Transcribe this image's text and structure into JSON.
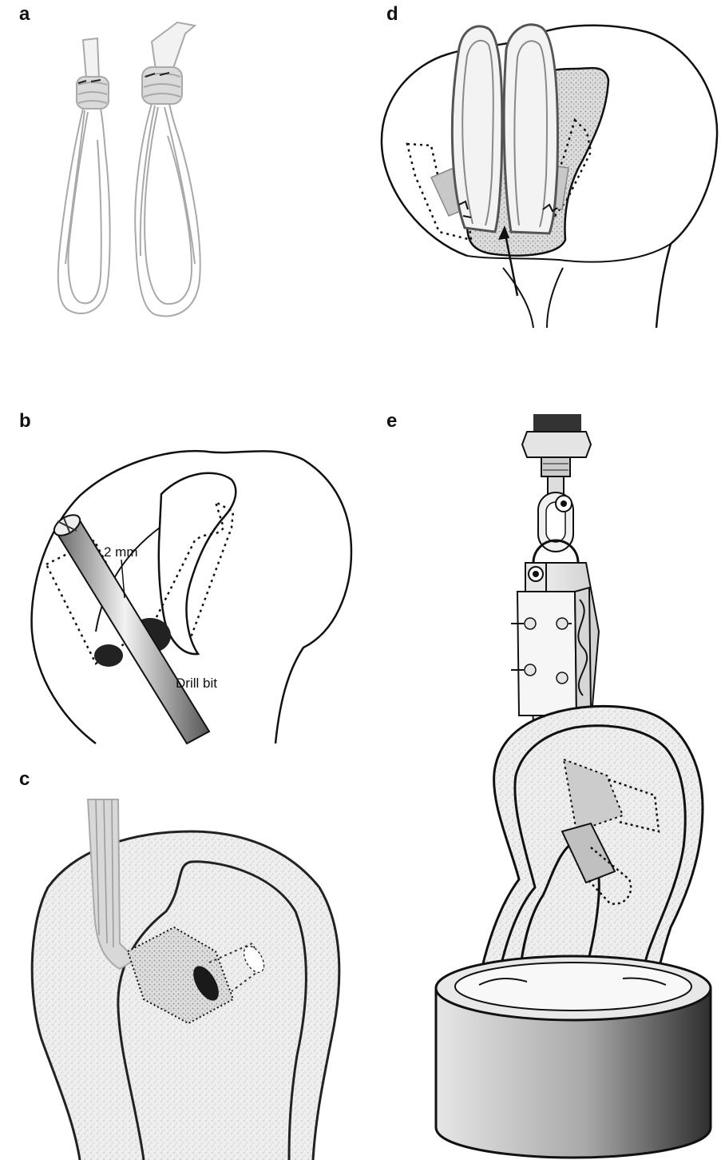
{
  "figure": {
    "panels": [
      {
        "id": "a",
        "label": "a"
      },
      {
        "id": "b",
        "label": "b"
      },
      {
        "id": "c",
        "label": "c"
      },
      {
        "id": "d",
        "label": "d"
      },
      {
        "id": "e",
        "label": "e"
      }
    ],
    "annotations": {
      "gap": "2 mm",
      "drill": "Drill bit"
    }
  }
}
